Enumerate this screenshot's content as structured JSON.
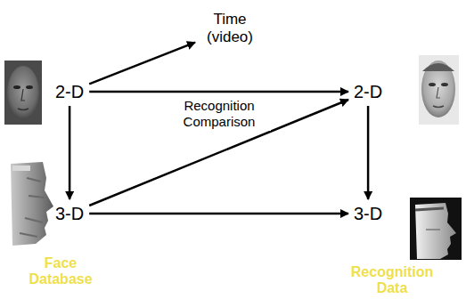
{
  "diagram": {
    "nodes": [
      {
        "text": [
          "2-D"
        ]
      },
      {
        "text": [
          "Time (video)"
        ]
      },
      {
        "text": [
          "2-D"
        ]
      },
      {
        "text": [
          "3-D"
        ]
      },
      {
        "text": [
          "3-D"
        ]
      }
    ],
    "edges": [
      {
        "from": 0,
        "to": 1,
        "arrow": "to"
      },
      {
        "from": 0,
        "to": 2,
        "label": "Recognition Comparison",
        "arrow": "to"
      },
      {
        "from": 0,
        "to": 3,
        "arrow": "to"
      },
      {
        "from": 3,
        "to": 2,
        "arrow": "to"
      },
      {
        "from": 3,
        "to": 4,
        "arrow": "to"
      },
      {
        "from": 2,
        "to": 4,
        "arrow": "to"
      }
    ],
    "labels": [
      "Face Database",
      "Recognition Data"
    ]
  }
}
